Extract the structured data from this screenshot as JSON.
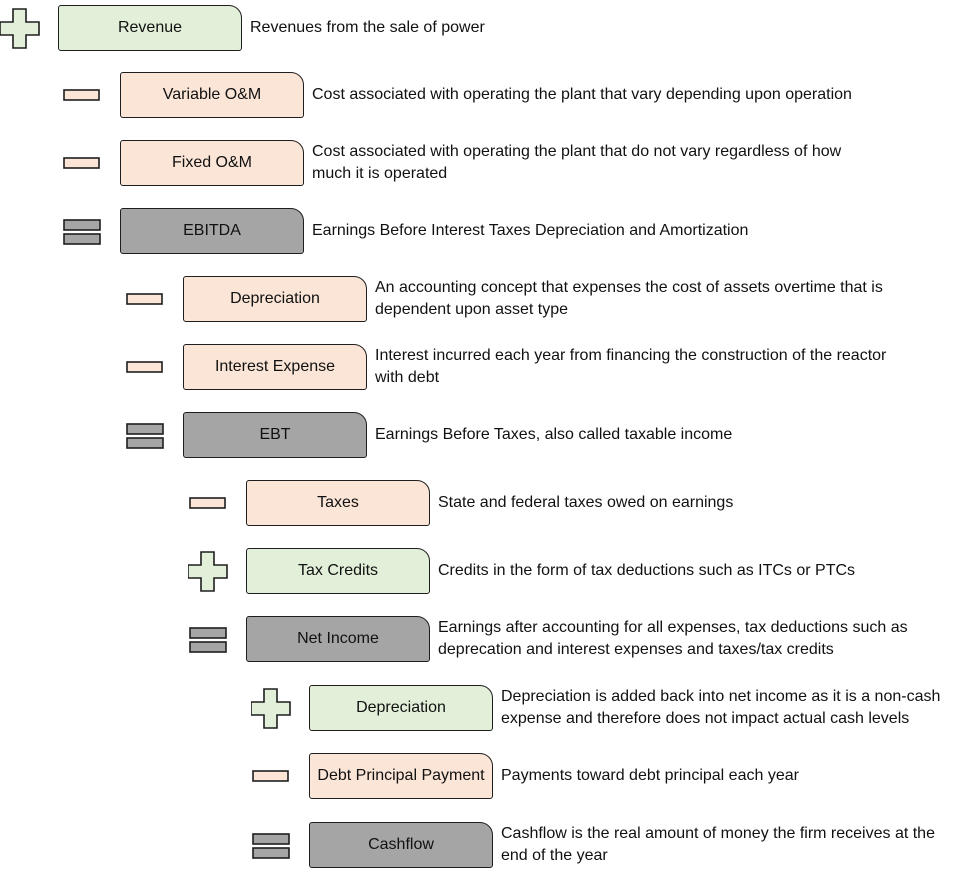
{
  "colors": {
    "add_fill": "#e2f0d9",
    "sub_fill": "#fbe5d6",
    "eq_fill": "#a5a5a5",
    "outline": "#1e1e1e"
  },
  "steps": [
    {
      "op": "add",
      "operator_icon": "plus-icon",
      "label": "Revenue",
      "description": "Revenues from the sale of power"
    },
    {
      "op": "sub",
      "operator_icon": "minus-icon",
      "label": "Variable O&M",
      "description": "Cost associated with operating the plant that vary depending upon operation"
    },
    {
      "op": "sub",
      "operator_icon": "minus-icon",
      "label": "Fixed O&M",
      "description": "Cost associated with operating the plant that do not vary regardless of how much it is operated"
    },
    {
      "op": "eq",
      "operator_icon": "equals-icon",
      "label": "EBITDA",
      "description": "Earnings Before Interest Taxes Depreciation and Amortization"
    },
    {
      "op": "sub",
      "operator_icon": "minus-icon",
      "label": "Depreciation",
      "description": "An accounting concept that expenses the cost of assets overtime that is dependent upon asset type"
    },
    {
      "op": "sub",
      "operator_icon": "minus-icon",
      "label": "Interest Expense",
      "description": "Interest incurred each year from financing the construction of the reactor with debt"
    },
    {
      "op": "eq",
      "operator_icon": "equals-icon",
      "label": "EBT",
      "description": "Earnings Before Taxes, also called taxable income"
    },
    {
      "op": "sub",
      "operator_icon": "minus-icon",
      "label": "Taxes",
      "description": "State and federal taxes owed on earnings"
    },
    {
      "op": "add",
      "operator_icon": "plus-icon",
      "label": "Tax Credits",
      "description": "Credits in the form of tax deductions such as ITCs or PTCs"
    },
    {
      "op": "eq",
      "operator_icon": "equals-icon",
      "label": "Net Income",
      "description": "Earnings after accounting for all expenses, tax deductions such as deprecation and interest expenses and taxes/tax credits"
    },
    {
      "op": "add",
      "operator_icon": "plus-icon",
      "label": "Depreciation",
      "description": "Depreciation is added back into net income as it is a non-cash expense and therefore does not impact actual cash levels"
    },
    {
      "op": "sub",
      "operator_icon": "minus-icon",
      "label": "Debt Principal Payment",
      "description": "Payments toward debt principal each year"
    },
    {
      "op": "eq",
      "operator_icon": "equals-icon",
      "label": "Cashflow",
      "description": "Cashflow is the real amount of money the firm receives at the end of the year"
    }
  ]
}
